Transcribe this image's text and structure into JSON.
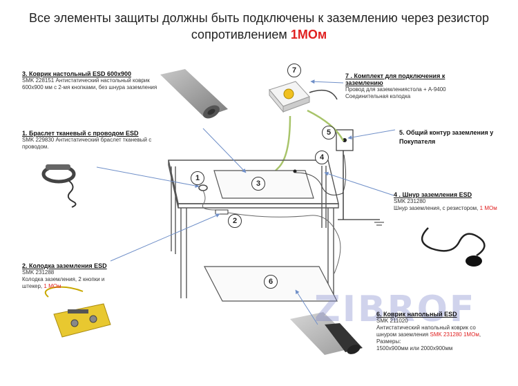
{
  "title": {
    "line1": "Все элементы защиты должны быть подключены к заземлению через резистор",
    "line2": "сопротивлением",
    "highlight": "1МОм"
  },
  "items": {
    "mat_table": {
      "heading": "3.  Коврик настольный  ESD  600х900",
      "l1": "SMK 228151 Антистатический настольный коврик",
      "l2": "600х900 мм с 2-мя кнопками, без шнура заземления"
    },
    "bracelet": {
      "heading": "1. Браслет тканевый с проводом ESD",
      "l1": "SMK 229830 Антистатический браслет тканевый с",
      "l2": "проводом."
    },
    "ground_block": {
      "heading": "2. Колодка  заземления  ESD",
      "l1": "SMK 231288",
      "l2": "Колодка заземления, 2 кнопки и",
      "l3": "штекер,",
      "red": "1 МОм"
    },
    "kit": {
      "heading": "7 .  Комплект для подключения  к заземлению",
      "l1": "Провод для заземлениястола +  А-9400",
      "l2": "Соединительная колодка"
    },
    "contour": {
      "heading": "5. Общий контур заземления у Покупателя"
    },
    "cord": {
      "heading": "4 .  Шнур заземления  ESD",
      "l1": "SMK 231280",
      "l2": "Шнур заземления, с резистором,",
      "red": "1 МОм"
    },
    "mat_floor": {
      "heading": "6.  Коврик  напольный ESD",
      "l1": "SMK 211020",
      "l2": "Антистатический напольный коврик со",
      "l3": "шнуром заземления",
      "red": "SMK 231280 1МОм",
      "l4": "Размеры:",
      "l5": "1500х900мм  или 2000х900мм"
    }
  },
  "numbers": [
    "1",
    "2",
    "3",
    "4",
    "5",
    "6",
    "7"
  ],
  "watermark": "ZIBROF",
  "colors": {
    "accent_red": "#e02020",
    "arrow_blue": "#6f8fc8",
    "wire_green": "#a8c46a"
  }
}
